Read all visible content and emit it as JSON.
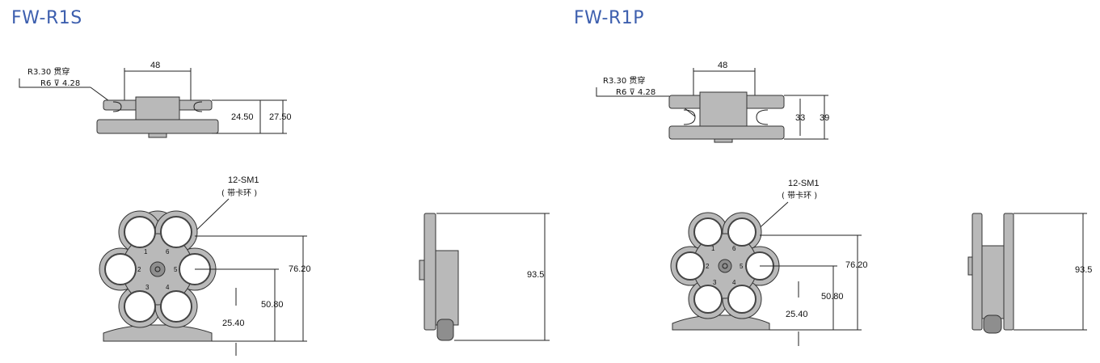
{
  "models": [
    {
      "title": "FW-R1S",
      "top_view": {
        "callout_line1": "R3.30 贯穿",
        "callout_line2": "R6 ⊽ 4.28",
        "width": "48",
        "height_inner": "24.50",
        "height_outer": "27.50"
      },
      "front_view": {
        "label": "12-SM1",
        "label_sub": "( 带卡环 )",
        "dim_76": "76.20",
        "dim_50": "50.80",
        "dim_25": "25.40",
        "pos_1": "1",
        "pos_2": "2",
        "pos_3": "3",
        "pos_4": "4",
        "pos_5": "5",
        "pos_6": "6"
      },
      "side_view": {
        "height": "93.5"
      }
    },
    {
      "title": "FW-R1P",
      "top_view": {
        "callout_line1": "R3.30 贯穿",
        "callout_line2": "R6 ⊽ 4.28",
        "width": "48",
        "height_inner": "33",
        "height_outer": "39"
      },
      "front_view": {
        "label": "12-SM1",
        "label_sub": "( 带卡环 )",
        "dim_76": "76.20",
        "dim_50": "50.80",
        "dim_25": "25.40",
        "pos_1": "1",
        "pos_2": "2",
        "pos_3": "3",
        "pos_4": "4",
        "pos_5": "5",
        "pos_6": "6"
      },
      "side_view": {
        "height": "93.5"
      }
    }
  ]
}
